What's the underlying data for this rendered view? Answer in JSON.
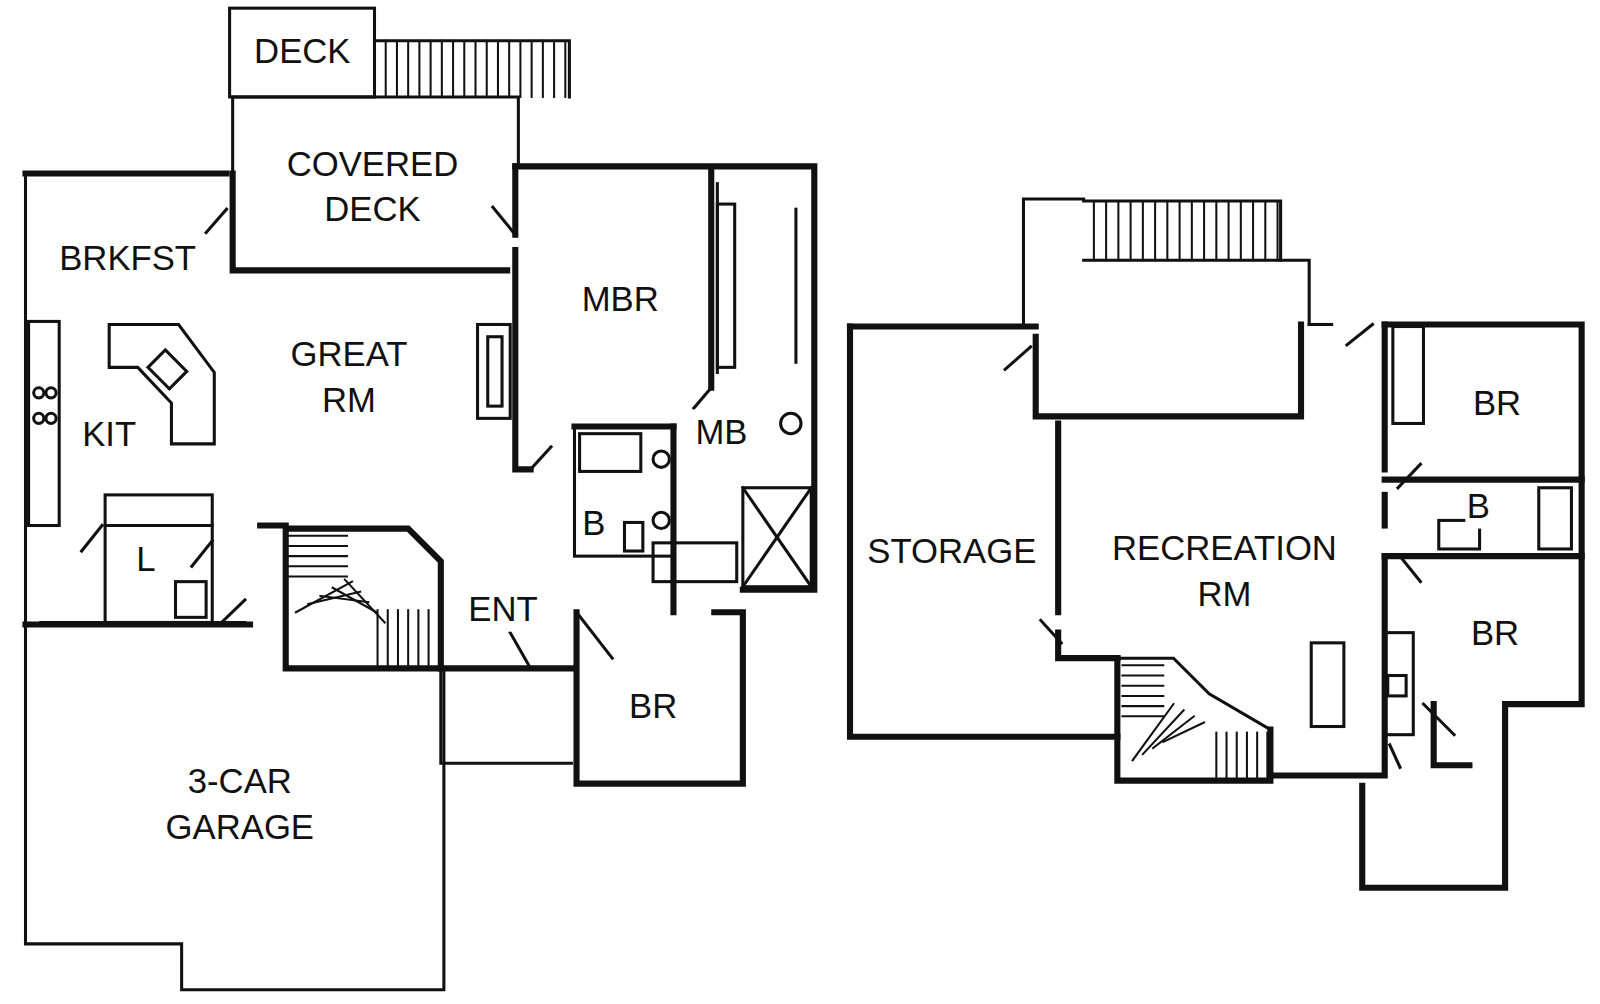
{
  "diagram": {
    "labels": [
      "DECK",
      "COVERED DECK",
      "BRKFST",
      "MBR",
      "GREAT RM",
      "KIT",
      "MB",
      "B",
      "L",
      "ENT",
      "BR",
      "3-CAR GARAGE",
      "BR",
      "STORAGE",
      "RECREATION RM",
      "B",
      "BR"
    ]
  }
}
